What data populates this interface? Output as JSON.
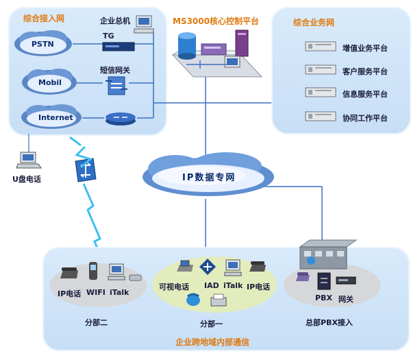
{
  "access_net": {
    "title": "综合接入网",
    "clouds": [
      "PSTN",
      "Mobil",
      "Internet"
    ],
    "enterprise_switch": "企业总机",
    "tg": "TG",
    "sms_gateway": "短信网关"
  },
  "core": {
    "title": "MS3000核心控制平台"
  },
  "business_net": {
    "title": "综合业务网",
    "platforms": [
      "增值业务平台",
      "客户服务平台",
      "信息服务平台",
      "协同工作平台"
    ]
  },
  "usb_phone": "U盘电话",
  "ip_network": "IP数据专网",
  "enterprise": {
    "title": "企业跨地域内部通信",
    "branch2": {
      "name": "分部二",
      "devices": [
        "IP电话",
        "WIFI",
        "iTalk"
      ]
    },
    "branch1": {
      "name": "分部一",
      "devices": [
        "可视电话",
        "IAD",
        "iTalk",
        "IP电话"
      ]
    },
    "hq": {
      "name": "总部PBX接入",
      "devices": [
        "PBX",
        "网关"
      ]
    }
  }
}
